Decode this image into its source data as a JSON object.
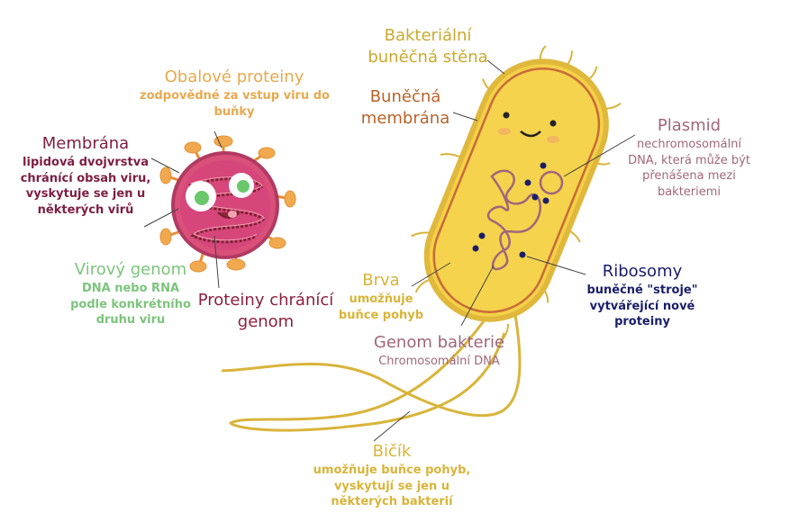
{
  "virus": {
    "coat_proteins": {
      "title": "Obalové proteiny",
      "lines": [
        "zodpovědné za vstup viru do",
        "buňky"
      ],
      "color": "#e9a84e"
    },
    "membrane": {
      "title": "Membrána",
      "lines": [
        "lipidová dvojvrstva",
        "chránící obsah viru,",
        "vyskytuje se jen u",
        "některých virů"
      ],
      "color": "#7d1e42"
    },
    "genome": {
      "title": "Virový genom",
      "lines": [
        "DNA nebo RNA",
        "podle konkrétního",
        "druhu viru"
      ],
      "color": "#7cc47c"
    },
    "protective_proteins": {
      "title_lines": [
        "Proteiny chránící",
        "genom"
      ],
      "color": "#8c2040"
    }
  },
  "bacterium": {
    "cell_wall": {
      "title_lines": [
        "Bakteriální",
        "buněčná stěna"
      ],
      "color": "#c9a92e"
    },
    "cell_membrane": {
      "title_lines": [
        "Buněčná",
        "membrána"
      ],
      "color": "#b8632a"
    },
    "plasmid": {
      "title": "Plasmid",
      "lines": [
        "nechromosomální",
        "DNA, která může být",
        "přenášena mezi",
        "bakteriemi"
      ],
      "color": "#a0667a"
    },
    "ribosomes": {
      "title": "Ribosomy",
      "lines": [
        "buněčné \"stroje\"",
        "vytvářející nové",
        "proteiny"
      ],
      "color": "#1a1e6a"
    },
    "pilus": {
      "title": "Brva",
      "lines": [
        "umožňuje",
        "buňce pohyb"
      ],
      "color": "#d9b43a"
    },
    "genome": {
      "title": "Genom bakterie",
      "lines": [
        "Chromosomální DNA"
      ],
      "color": "#a0667a"
    },
    "flagellum": {
      "title": "Bičík",
      "lines": [
        "umožňuje buňce pohyb,",
        "vyskytují se jen u",
        "některých bakterií"
      ],
      "color": "#d9b43a"
    }
  },
  "colors": {
    "bacterium_body": "#f4d147",
    "bacterium_outline": "#e0b83c",
    "bacterium_membrane": "#c86a3a",
    "virus_body": "#d9507a",
    "virus_spikes": "#f0a94e",
    "ribosome": "#1a1e6a"
  }
}
